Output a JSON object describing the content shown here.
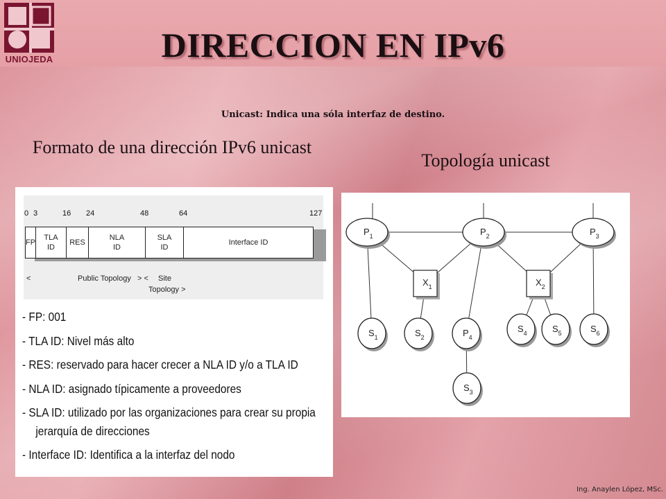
{
  "slide": {
    "logo_text": "UNIOJEDA",
    "title": "DIRECCION EN IPv6",
    "subtitle": "Unicast: Indica una sóla interfaz de destino.",
    "left_header": "Formato de una dirección IPv6 unicast",
    "right_header": "Topología unicast",
    "footer": "Ing. Anaylen López, MSc.",
    "colors": {
      "brand": "#7a1530",
      "title": "#1a0f12",
      "panel": "#ffffff"
    }
  },
  "format_diagram": {
    "bit_ticks": [
      "0",
      "3",
      "16",
      "24",
      "48",
      "64",
      "127"
    ],
    "fields": [
      {
        "label": "FP"
      },
      {
        "label": "TLA",
        "label2": "ID"
      },
      {
        "label": "RES"
      },
      {
        "label": "NLA",
        "label2": "ID"
      },
      {
        "label": "SLA",
        "label2": "ID"
      },
      {
        "label": "Interface ID"
      }
    ],
    "public_topology": "Public Topology",
    "site_topology_1": "Site",
    "site_topology_2": "Topology >",
    "lt1": "<",
    "gt_lt": "> <"
  },
  "descriptions": [
    "- FP: 001",
    "- TLA ID: Nivel más alto",
    "- RES: reservado para hacer crecer a NLA ID y/o a TLA ID",
    "- NLA ID: asignado típicamente a proveedores",
    "- SLA ID: utilizado por las organizaciones para crear su propia",
    "jerarquía de direcciones",
    "- Interface ID: Identifica a la interfaz del nodo"
  ],
  "topology": {
    "nodes": [
      {
        "id": "P1",
        "base": "P",
        "sub": "1",
        "shape": "ellipse"
      },
      {
        "id": "P2",
        "base": "P",
        "sub": "2",
        "shape": "ellipse"
      },
      {
        "id": "P3",
        "base": "P",
        "sub": "3",
        "shape": "ellipse"
      },
      {
        "id": "X1",
        "base": "X",
        "sub": "1",
        "shape": "box"
      },
      {
        "id": "X2",
        "base": "X",
        "sub": "2",
        "shape": "box"
      },
      {
        "id": "S1",
        "base": "S",
        "sub": "1",
        "shape": "ellipse"
      },
      {
        "id": "S2",
        "base": "S",
        "sub": "2",
        "shape": "ellipse"
      },
      {
        "id": "P4",
        "base": "P",
        "sub": "4",
        "shape": "ellipse"
      },
      {
        "id": "S4",
        "base": "S",
        "sub": "4",
        "shape": "ellipse"
      },
      {
        "id": "S5",
        "base": "S",
        "sub": "5",
        "shape": "ellipse"
      },
      {
        "id": "S6",
        "base": "S",
        "sub": "6",
        "shape": "ellipse"
      },
      {
        "id": "S3",
        "base": "S",
        "sub": "3",
        "shape": "ellipse"
      }
    ],
    "edges": [
      [
        "P1",
        "P2"
      ],
      [
        "P2",
        "P3"
      ],
      [
        "P1",
        "X1"
      ],
      [
        "P2",
        "X1"
      ],
      [
        "P2",
        "X2"
      ],
      [
        "P3",
        "X2"
      ],
      [
        "P1",
        "S1"
      ],
      [
        "X1",
        "S2"
      ],
      [
        "P2",
        "P4"
      ],
      [
        "X2",
        "S4"
      ],
      [
        "X2",
        "S5"
      ],
      [
        "P3",
        "S6"
      ],
      [
        "P4",
        "S3"
      ]
    ]
  }
}
